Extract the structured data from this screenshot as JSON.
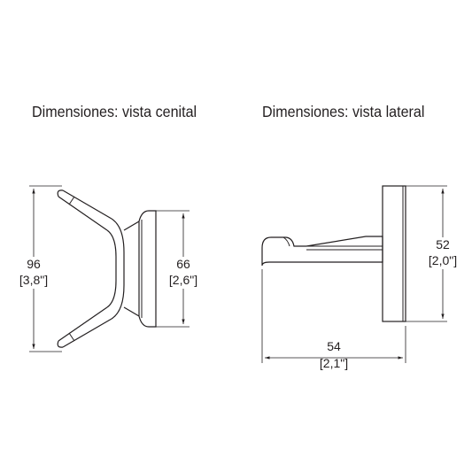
{
  "titles": {
    "top_view": "Dimensiones: vista cenital",
    "side_view": "Dimensiones: vista lateral"
  },
  "top_view": {
    "height_mm": "96",
    "height_in": "[3,8\"]",
    "base_mm": "66",
    "base_in": "[2,6\"]"
  },
  "side_view": {
    "height_mm": "52",
    "height_in": "[2,0\"]",
    "depth_mm": "54",
    "depth_in": "[2,1\"]"
  },
  "colors": {
    "ink": "#231f20"
  }
}
